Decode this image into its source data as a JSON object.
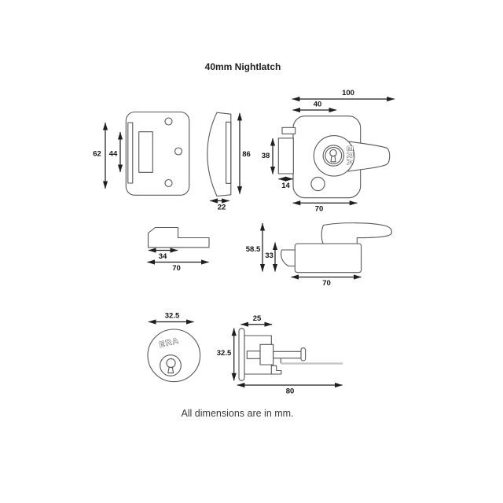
{
  "page": {
    "title": "40mm Nightlatch",
    "footer": "All dimensions are in mm."
  },
  "colors": {
    "background": "#ffffff",
    "outline": "#565656",
    "dimension_line": "#1f1f1f",
    "label_text": "#141414",
    "faint_tail": "#c4c4c4"
  },
  "views": {
    "keep_front": {
      "dims": {
        "plate_height": "62",
        "aperture_height": "44"
      }
    },
    "keep_side": {
      "dims": {
        "height": "86",
        "depth": "22"
      }
    },
    "latch_front": {
      "logo": "ERA",
      "dims": {
        "overall_width": "100",
        "backset": "40",
        "bolt_height": "38",
        "bolt_width": "14",
        "case_width": "70"
      }
    },
    "bolt_profile": {
      "dims": {
        "bolt_length": "34",
        "overall_length": "70"
      }
    },
    "latch_side": {
      "dims": {
        "overall_height": "58.5",
        "case_height": "33",
        "case_depth": "70"
      }
    },
    "cylinder_front": {
      "logo": "ERA",
      "dims": {
        "diameter": "32.5"
      }
    },
    "cylinder_side": {
      "dims": {
        "rose_width": "25",
        "rose_height": "32.5",
        "overall_length": "80"
      }
    }
  }
}
